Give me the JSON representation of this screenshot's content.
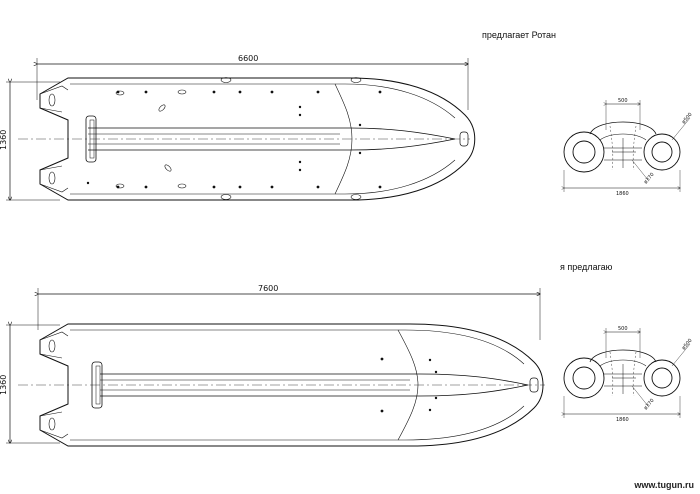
{
  "captions": {
    "top": "предлагает Ротан",
    "bottom": "я предлагаю"
  },
  "top_boat": {
    "length_label": "6600",
    "width_label": "1360"
  },
  "bottom_boat": {
    "length_label": "7600",
    "width_label": "1360"
  },
  "top_section": {
    "width_label": "500",
    "diameter_label": "ø500",
    "tube_label": "ø370",
    "overall_label": "1860"
  },
  "bottom_section": {
    "width_label": "500",
    "diameter_label": "ø500",
    "tube_label": "ø370",
    "overall_label": "1860"
  },
  "watermark": "www.tugun.ru"
}
